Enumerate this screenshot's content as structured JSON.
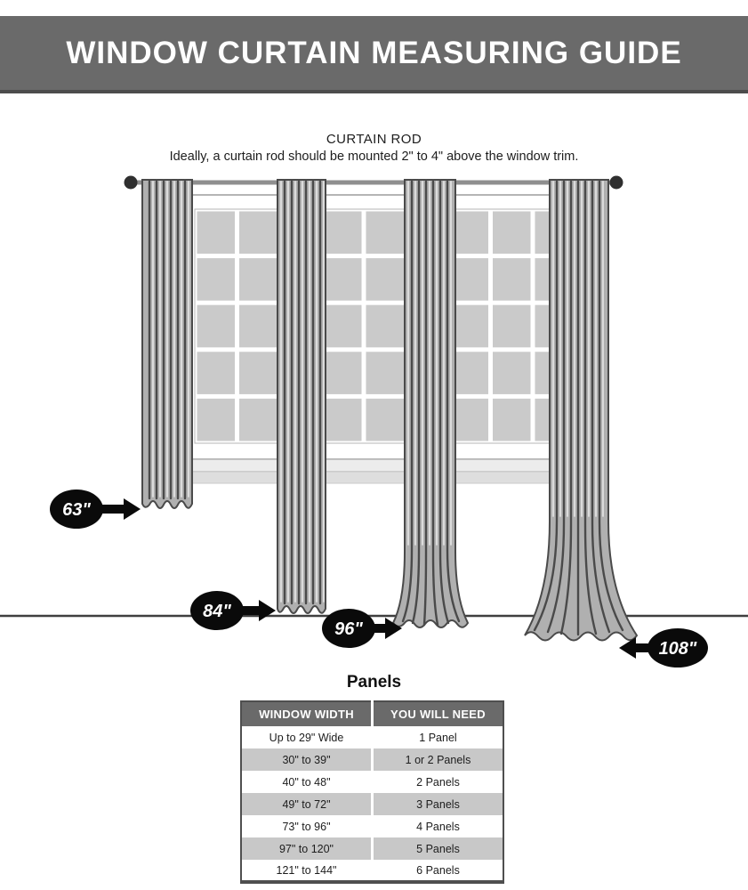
{
  "header": {
    "title": "WINDOW CURTAIN MEASURING GUIDE"
  },
  "diagram": {
    "rod_label": "CURTAIN ROD",
    "rod_note": "Ideally, a curtain rod should be mounted 2\" to 4\" above the window trim.",
    "lengths": [
      {
        "label": "63\"",
        "direction": "right"
      },
      {
        "label": "84\"",
        "direction": "right"
      },
      {
        "label": "96\"",
        "direction": "right"
      },
      {
        "label": "108\"",
        "direction": "left"
      }
    ]
  },
  "panels_table": {
    "title": "Panels",
    "columns": [
      "WINDOW WIDTH",
      "YOU WILL NEED"
    ],
    "rows": [
      [
        "Up to 29\" Wide",
        "1 Panel"
      ],
      [
        "30\" to 39\"",
        "1 or 2 Panels"
      ],
      [
        "40\" to 48\"",
        "2 Panels"
      ],
      [
        "49\" to 72\"",
        "3 Panels"
      ],
      [
        "73\" to 96\"",
        "4 Panels"
      ],
      [
        "97\" to 120\"",
        "5 Panels"
      ],
      [
        "121\" to 144\"",
        "6 Panels"
      ]
    ]
  },
  "colors": {
    "banner_bg": "#6a6a6a",
    "table_header_bg": "#6a6a6a",
    "row_alt_bg": "#c8c8c8",
    "badge_bg": "#0a0a0a",
    "curtain_fill": "#b0b0b0",
    "curtain_line": "#4a4a4a",
    "pane_fill": "#cacaca"
  }
}
